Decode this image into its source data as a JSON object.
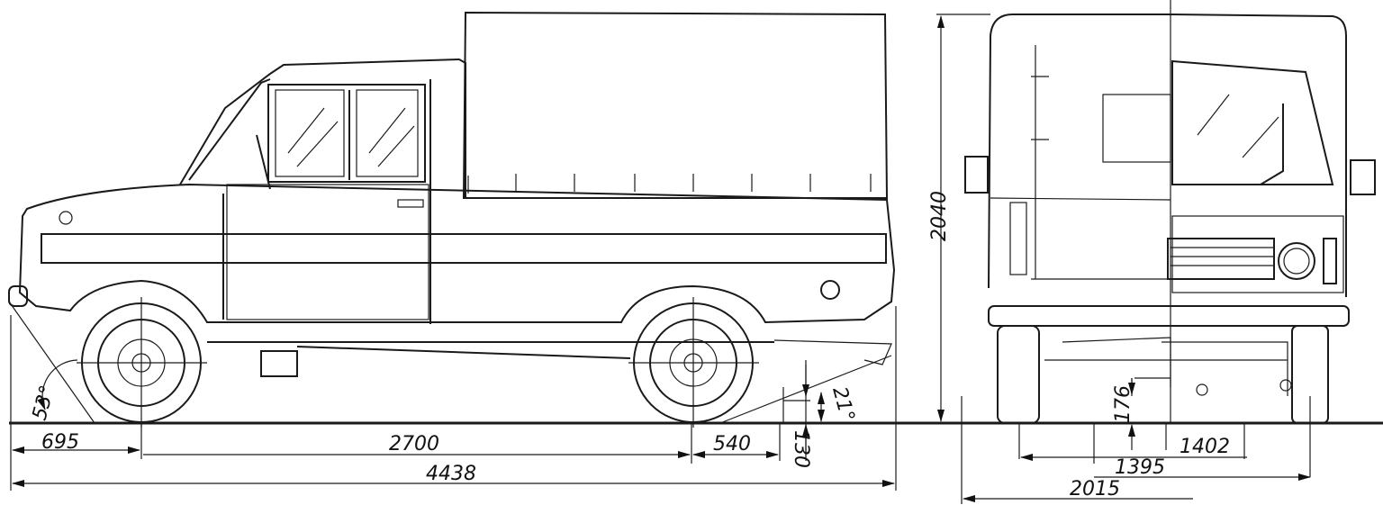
{
  "drawing": {
    "side_view": {
      "approach_angle": "53°",
      "departure_angle": "21°",
      "front_overhang": "695",
      "wheelbase": "2700",
      "rear_overhang_to_hitch": "540",
      "ground_clearance_rear": "130",
      "overall_length": "4438"
    },
    "front_rear_view": {
      "overall_height": "2040",
      "ground_clearance": "176",
      "front_track": "1402",
      "rear_track": "1395",
      "overall_width": "2015"
    }
  }
}
